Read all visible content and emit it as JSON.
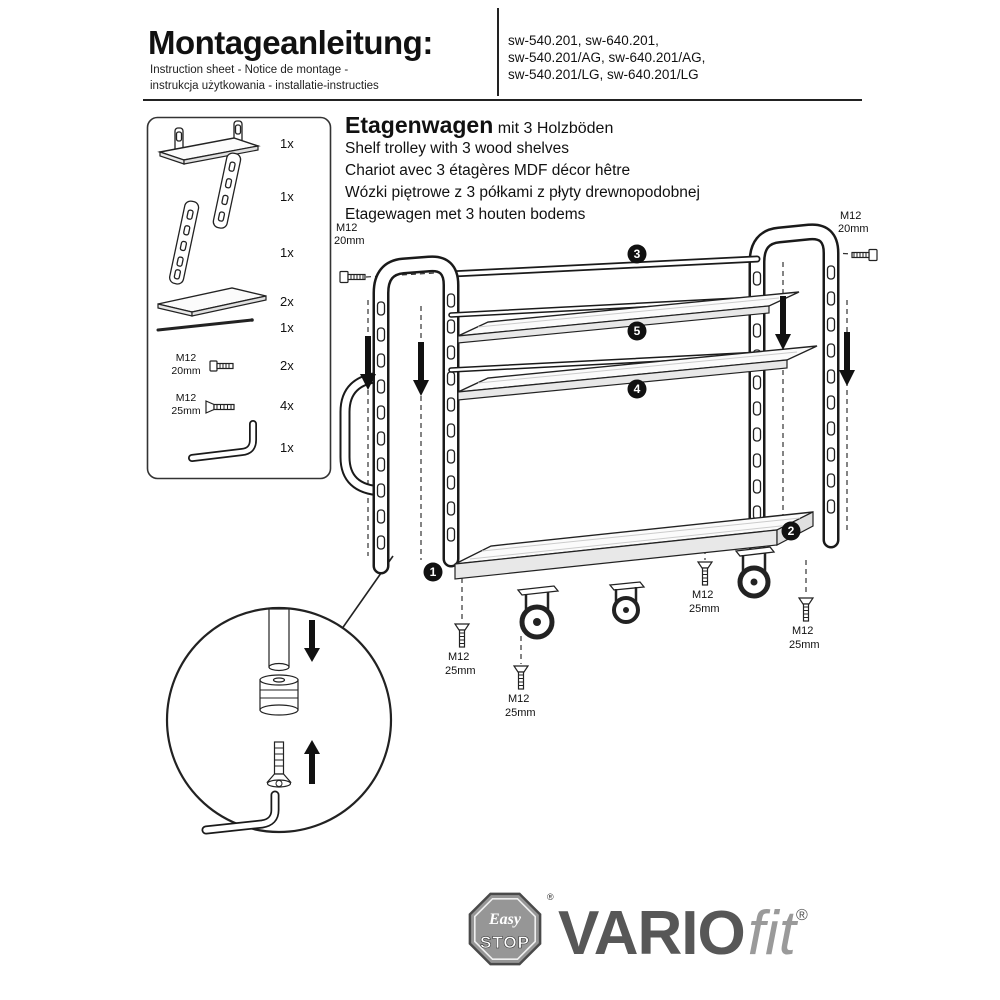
{
  "header": {
    "title": "Montageanleitung:",
    "sub1": "Instruction sheet - Notice de montage  -",
    "sub2": "instrukcja użytkowania - installatie-instructies",
    "codes": [
      "sw-540.201, sw-640.201,",
      "sw-540.201/AG, sw-640.201/AG,",
      "sw-540.201/LG, sw-640.201/LG"
    ]
  },
  "product": {
    "title": "Etagenwagen",
    "suffix": "mit 3 Holzböden",
    "lines": [
      "Shelf trolley with 3 wood shelves",
      "Chariot avec 3 étagères MDF décor hêtre",
      "Wózki piętrowe z 3 półkami z płyty drewnopodobnej",
      "Etagewagen met 3 houten bodems"
    ]
  },
  "parts": {
    "qty": [
      "1x",
      "1x",
      "1x",
      "2x",
      "1x",
      "2x",
      "4x",
      "1x"
    ],
    "screw20": {
      "l1": "M12",
      "l2": "20mm"
    },
    "screw25": {
      "l1": "M12",
      "l2": "25mm"
    }
  },
  "diagram": {
    "callouts": {
      "c1": "1",
      "c2": "2",
      "c3": "3",
      "c4": "4",
      "c5": "5"
    },
    "m12_20": {
      "l1": "M12",
      "l2": "20mm"
    },
    "m12_25": {
      "l1": "M12",
      "l2": "25mm"
    }
  },
  "footer": {
    "easy": "Easy",
    "stop": "STOP",
    "vario": "VARIO",
    "fit": "fit",
    "registered": "®"
  }
}
